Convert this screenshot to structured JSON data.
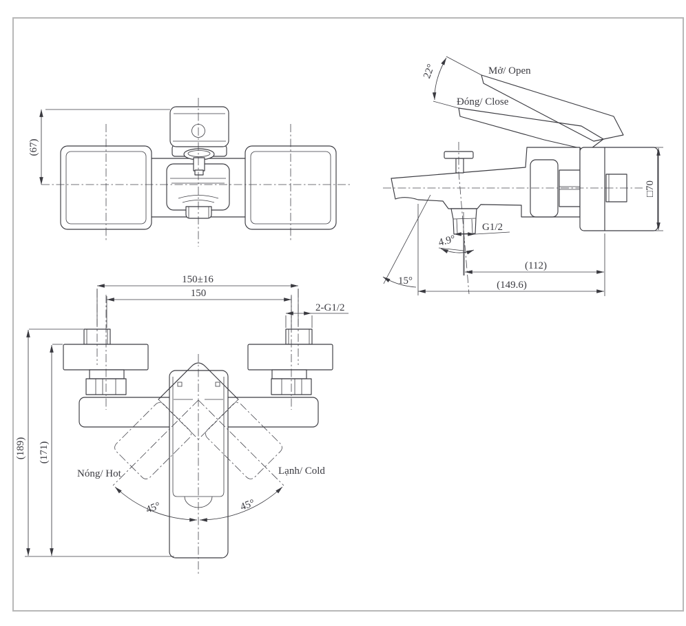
{
  "drawing": {
    "title": "bath-shower-mixer-dimension-drawing",
    "colors": {
      "line": "#3a3a40",
      "border": "#b7b7b7",
      "background": "#ffffff"
    },
    "top_view": {
      "dim_depth": "(67)"
    },
    "front_view": {
      "dim_span_outer": "150±16",
      "dim_span": "150",
      "thread": "2-G1/2",
      "dim_height_outer": "(189)",
      "dim_height_inner": "(171)",
      "angle_left": "45°",
      "angle_right": "45°",
      "label_hot": "Nóng/ Hot",
      "label_cold": "Lạnh/ Cold"
    },
    "side_view": {
      "label_open": "Mở/ Open",
      "label_close": "Đóng/ Close",
      "angle_handle": "22°",
      "angle_outlet": "4.9°",
      "thread": "G1/2",
      "dim_outlet_to_wall": "(112)",
      "dim_spout_to_wall": "(149.6)",
      "angle_spout": "15°",
      "dim_plate": "□70"
    }
  }
}
